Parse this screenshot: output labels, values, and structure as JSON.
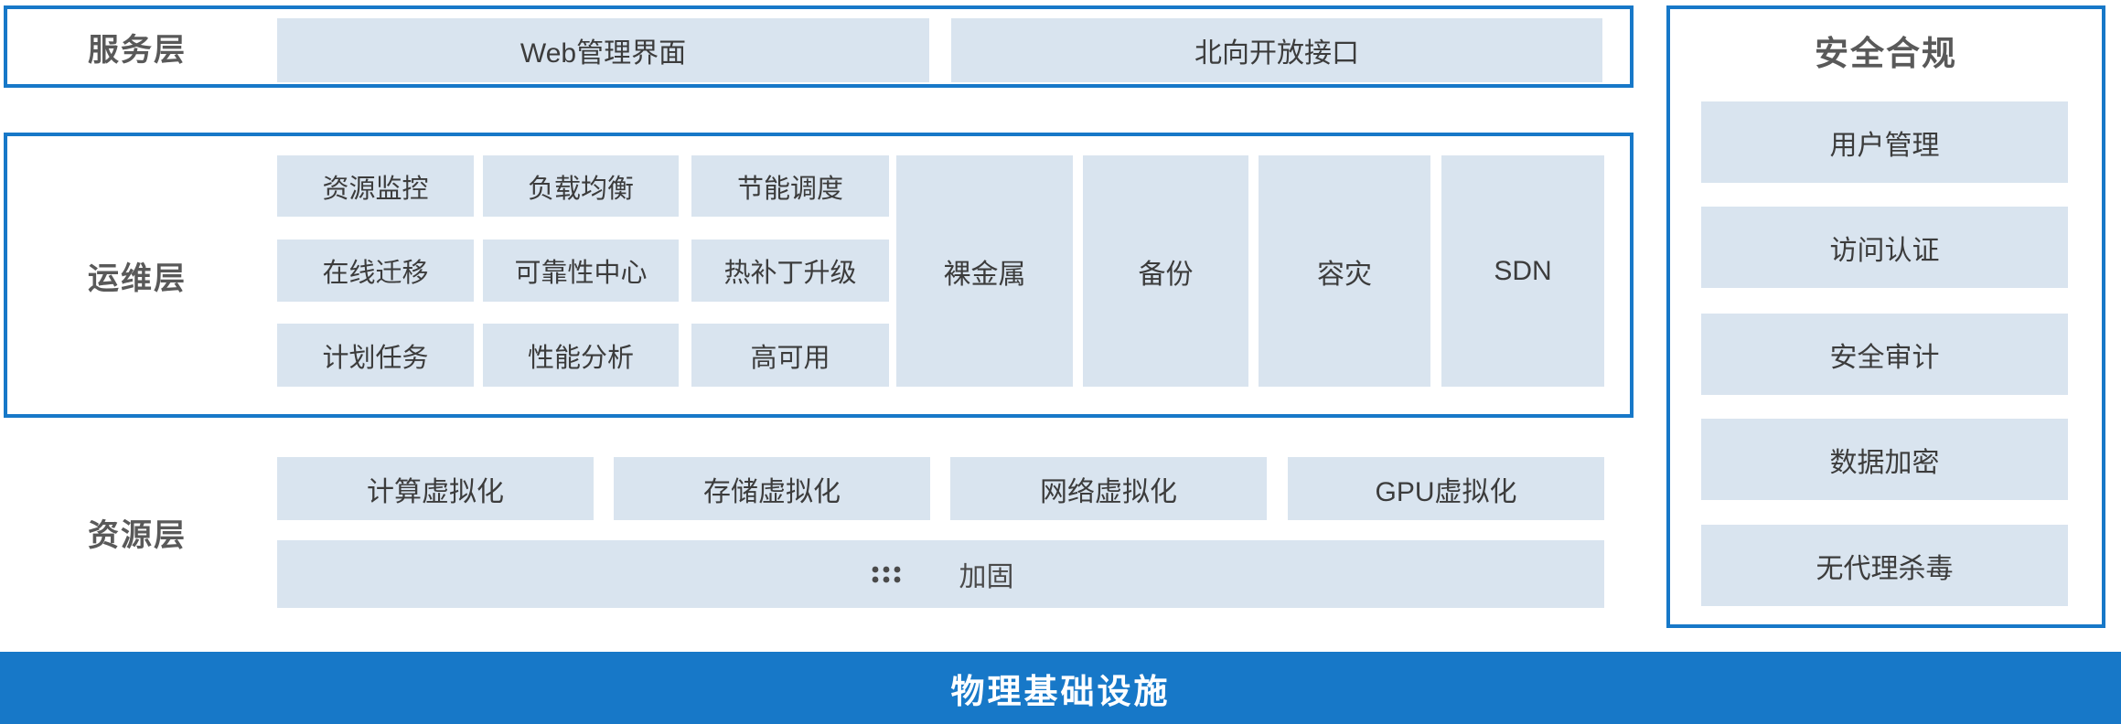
{
  "colors": {
    "accent_blue": "#1778C8",
    "box_fill": "#D9E4EF",
    "label_gray": "#595959",
    "box_text": "#3C3C3C",
    "bottom_bar_bg": "#1778C8",
    "bottom_bar_text": "#FFFFFF"
  },
  "service_layer": {
    "label": "服务层",
    "items": [
      "Web管理界面",
      "北向开放接口"
    ]
  },
  "ops_layer": {
    "label": "运维层",
    "grid_items": [
      "资源监控",
      "负载均衡",
      "节能调度",
      "在线迁移",
      "可靠性中心",
      "热补丁升级",
      "计划任务",
      "性能分析",
      "高可用"
    ],
    "tall_items": [
      "裸金属",
      "备份",
      "容灾",
      "SDN"
    ]
  },
  "resource_layer": {
    "label": "资源层",
    "items": [
      "计算虚拟化",
      "存储虚拟化",
      "网络虚拟化",
      "GPU虚拟化"
    ],
    "bar_label": "加固",
    "bar_icon": "dots-grid-icon"
  },
  "security_panel": {
    "title": "安全合规",
    "items": [
      "用户管理",
      "访问认证",
      "安全审计",
      "数据加密",
      "无代理杀毒"
    ]
  },
  "bottom_bar": {
    "label": "物理基础设施"
  }
}
